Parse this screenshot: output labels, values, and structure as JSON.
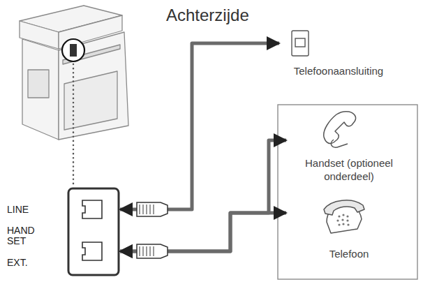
{
  "diagram": {
    "nodes": [
      {
        "text": [
          "LINE",
          "HAND SET",
          "EXT."
        ]
      },
      {
        "text": [
          "Telefoonaansluiting"
        ]
      },
      {
        "text": [
          "Handset (optioneel onderdeel)"
        ]
      },
      {
        "text": [
          "Telefoon"
        ]
      }
    ],
    "edges": [
      {
        "from": 0,
        "to": 1,
        "arrow": "both"
      },
      {
        "from": 0,
        "to": 2,
        "arrow": "both"
      },
      {
        "from": 0,
        "to": 3,
        "arrow": "both"
      }
    ],
    "labels": [
      "Achterzijde"
    ]
  }
}
